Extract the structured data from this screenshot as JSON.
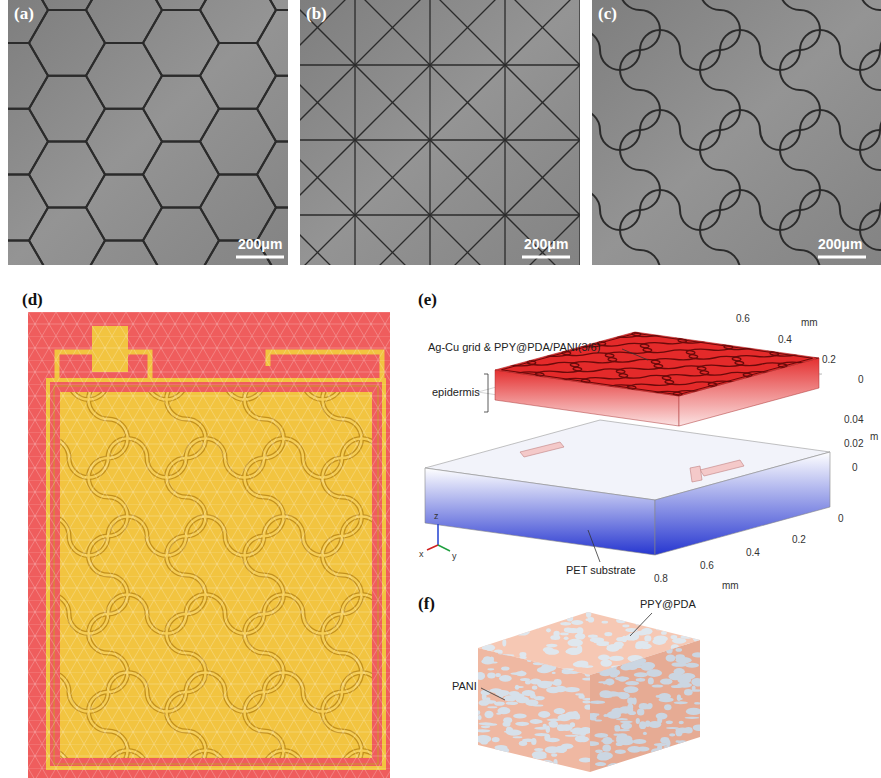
{
  "diagram": {
    "labels": [
      "(a)",
      "200μm",
      "(b)",
      "200μm",
      "(c)",
      "200μm",
      "(d)",
      "(e)",
      "Ag-Cu grid & PPY@PDA/PANI(3/6)",
      "epidermis",
      "0.6",
      "0.4",
      "0.2",
      "0",
      "0.04",
      "0.02",
      "0",
      "m",
      "PET substrate",
      "0",
      "0.2",
      "0.4",
      "0.6",
      "0.8",
      "mm",
      "z",
      "x",
      "y",
      "(f)",
      "PPY@PDA",
      "PANI",
      "mm"
    ]
  }
}
